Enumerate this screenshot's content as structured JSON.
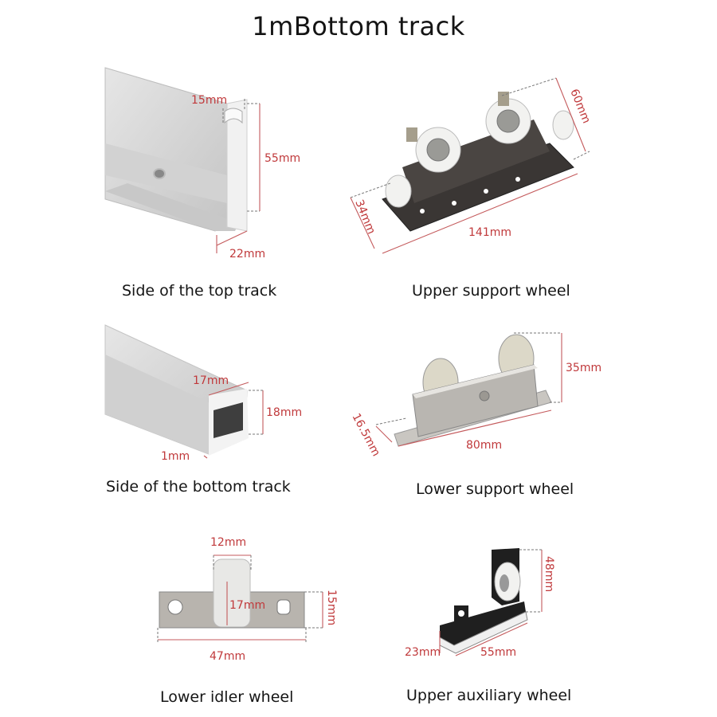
{
  "title": "1mBottom track",
  "colors": {
    "dimension_text": "#c0393b",
    "dimension_line": "#c45a5c",
    "caption": "#151515",
    "aluminium": "#d9d9d9",
    "dark_steel": "#3a3634",
    "stainless": "#b9b6b1",
    "nylon_wheel": "#f2f2f0"
  },
  "items": [
    {
      "caption": "Side of the top track",
      "dimensions": {
        "lip": "15mm",
        "height": "55mm",
        "base": "22mm"
      }
    },
    {
      "caption": "Upper support wheel",
      "dimensions": {
        "width": "60mm",
        "depth": "34mm",
        "length": "141mm"
      }
    },
    {
      "caption": "Side of the bottom track",
      "dimensions": {
        "width": "17mm",
        "height": "18mm",
        "thickness": "1mm"
      }
    },
    {
      "caption": "Lower support wheel",
      "dimensions": {
        "height": "35mm",
        "depth": "16.5mm",
        "length": "80mm"
      }
    },
    {
      "caption": "Lower idler wheel",
      "dimensions": {
        "diameter": "12mm",
        "wheel_height": "17mm",
        "plate_width": "15mm",
        "plate_length": "47mm"
      }
    },
    {
      "caption": "Upper auxiliary wheel",
      "dimensions": {
        "height": "48mm",
        "depth": "23mm",
        "length": "55mm"
      }
    }
  ]
}
